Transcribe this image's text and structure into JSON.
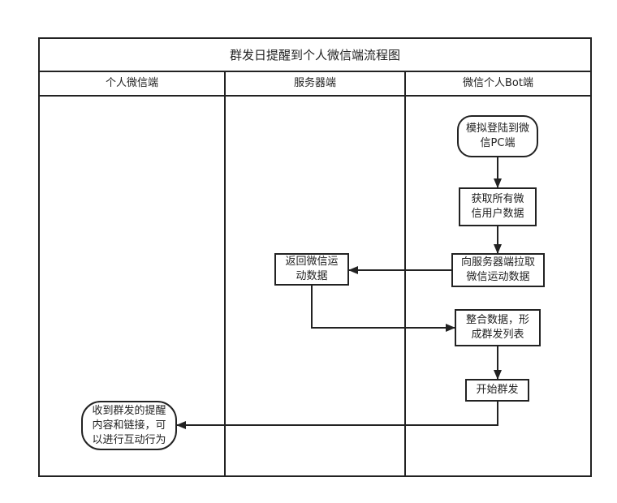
{
  "diagram": {
    "title": "群发日提醒到个人微信端流程图",
    "lanes": [
      {
        "id": "personal",
        "title": "个人微信端"
      },
      {
        "id": "server",
        "title": "服务器端"
      },
      {
        "id": "bot",
        "title": "微信个人Bot端"
      }
    ],
    "nodes": [
      {
        "id": "login",
        "lane": "bot",
        "shape": "rounded",
        "lines": [
          "模拟登陆到微",
          "信PC端"
        ]
      },
      {
        "id": "getusers",
        "lane": "bot",
        "shape": "rect",
        "lines": [
          "获取所有微",
          "信用户数据"
        ]
      },
      {
        "id": "pull",
        "lane": "bot",
        "shape": "rect",
        "lines": [
          "向服务器端拉取",
          "微信运动数据"
        ]
      },
      {
        "id": "return",
        "lane": "server",
        "shape": "rect",
        "lines": [
          "返回微信运",
          "动数据"
        ]
      },
      {
        "id": "merge",
        "lane": "bot",
        "shape": "rect",
        "lines": [
          "整合数据，形",
          "成群发列表"
        ]
      },
      {
        "id": "start",
        "lane": "bot",
        "shape": "rect",
        "lines": [
          "开始群发"
        ]
      },
      {
        "id": "receive",
        "lane": "personal",
        "shape": "rounded",
        "lines": [
          "收到群发的提醒",
          "内容和链接，可",
          "以进行互动行为"
        ]
      }
    ],
    "edges": [
      {
        "from": "login",
        "to": "getusers"
      },
      {
        "from": "getusers",
        "to": "pull"
      },
      {
        "from": "pull",
        "to": "return"
      },
      {
        "from": "return",
        "to": "merge"
      },
      {
        "from": "merge",
        "to": "start"
      },
      {
        "from": "start",
        "to": "receive"
      }
    ]
  }
}
